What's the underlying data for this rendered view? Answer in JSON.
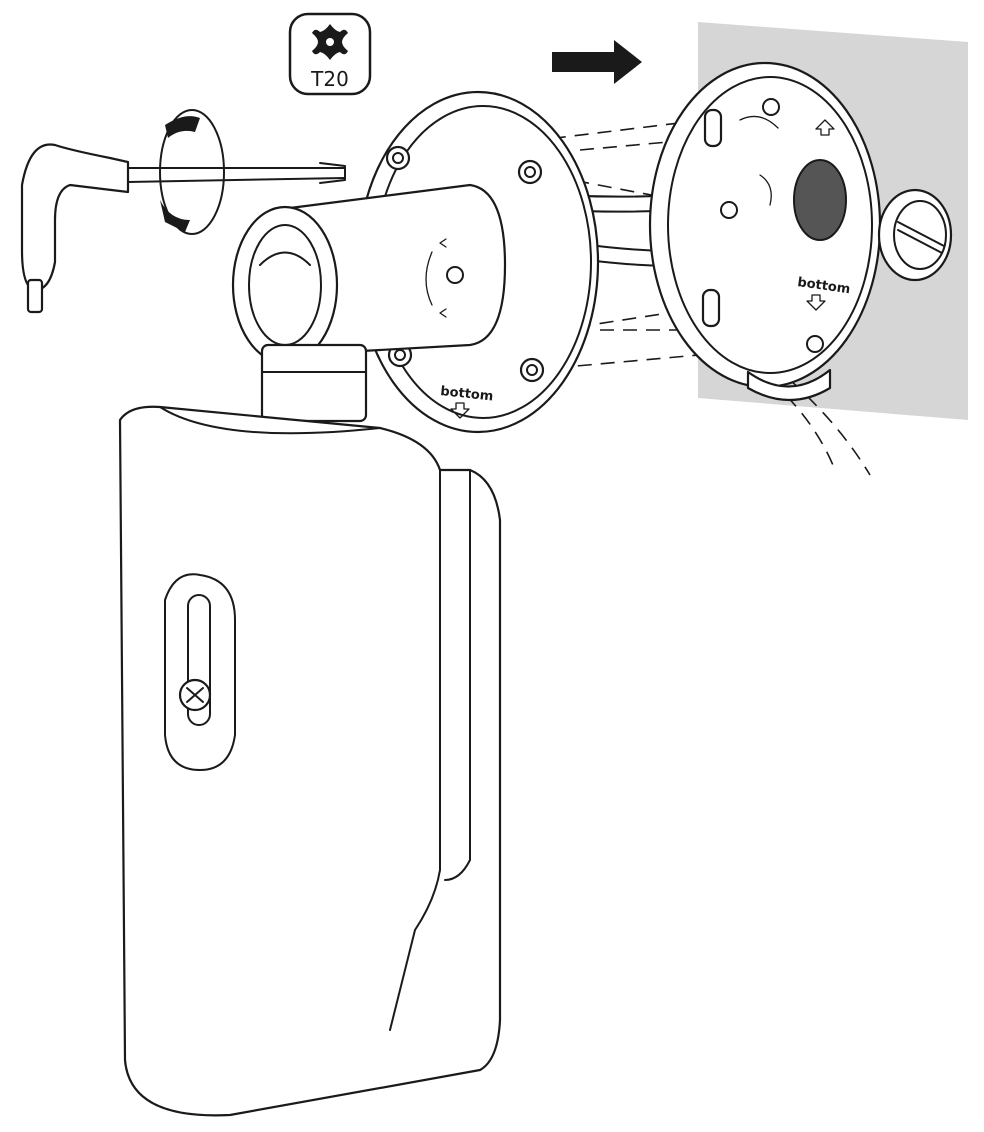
{
  "tool_badge": {
    "label": "T20",
    "icon": "torx-star-icon"
  },
  "labels": {
    "bracket_bottom": "bottom",
    "junction_box_bottom": "bottom"
  },
  "direction_arrow": {
    "icon": "arrow-right-icon",
    "color": "#1a1a1a"
  },
  "wall": {
    "color": "#d6d6d6"
  }
}
